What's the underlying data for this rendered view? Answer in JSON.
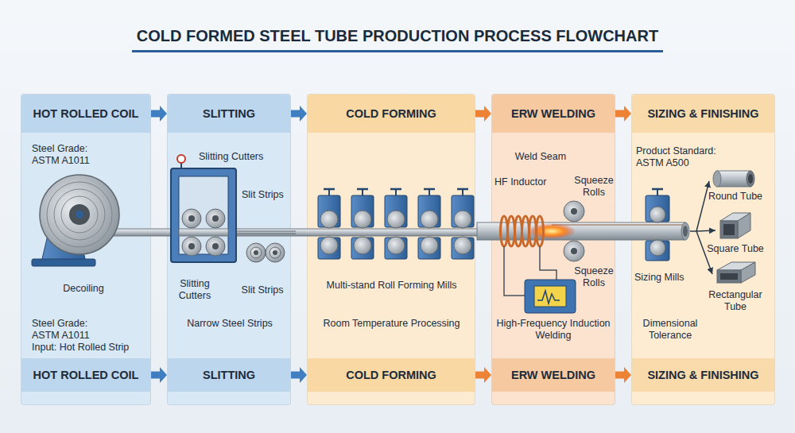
{
  "diagram": {
    "title": "COLD FORMED STEEL TUBE PRODUCTION PROCESS FLOWCHART",
    "nodes": [
      {
        "text": [
          "HOT ROLLED COIL",
          "HOT ROLLED COIL"
        ]
      },
      {
        "text": [
          "SLITTING",
          "SLITTING"
        ]
      },
      {
        "text": [
          "COLD FORMING",
          "COLD FORMING"
        ]
      },
      {
        "text": [
          "ERW WELDING",
          "ERW WELDING"
        ]
      },
      {
        "text": [
          "SIZING & FINISHING",
          "SIZING & FINISHING"
        ]
      }
    ],
    "edges": [
      {
        "from": 0,
        "to": 1,
        "arrow": "to"
      },
      {
        "from": 1,
        "to": 2,
        "arrow": "to"
      },
      {
        "from": 2,
        "to": 3,
        "arrow": "to"
      },
      {
        "from": 3,
        "to": 4,
        "arrow": "to"
      },
      {
        "from": 0,
        "to": 1,
        "arrow": "to"
      },
      {
        "from": 1,
        "to": 2,
        "arrow": "to"
      },
      {
        "from": 2,
        "to": 3,
        "arrow": "to"
      },
      {
        "from": 3,
        "to": 4,
        "arrow": "to"
      }
    ],
    "labels": [
      "Steel Grade: ASTM A1011",
      "Decoiling",
      "Steel Grade: ASTM A1011",
      "Input: Hot Rolled Strip",
      "Slitting Cutters",
      "Slit Strips",
      "Slitting Cutters",
      "Slit Strips",
      "Narrow Steel Strips",
      "Multi-stand Roll Forming Mills",
      "Room Temperature Processing",
      "Weld Seam",
      "HF Inductor",
      "Squeeze Rolls",
      "Squeeze Rolls",
      "High-Frequency Induction Welding",
      "Product Standard: ASTM A500",
      "Sizing Mills",
      "Dimensional Tolerance",
      "Round Tube",
      "Square Tube",
      "Rectangular Tube"
    ]
  }
}
